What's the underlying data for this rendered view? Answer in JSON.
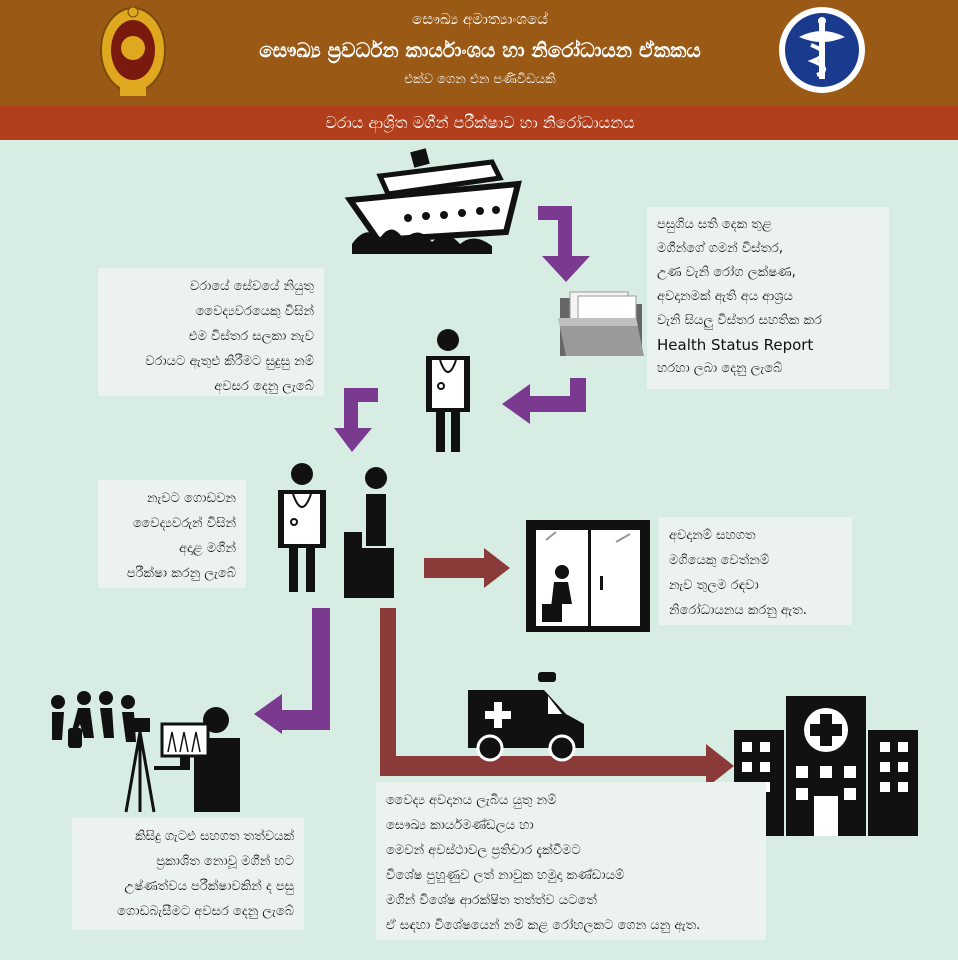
{
  "header": {
    "ministry": "සෞඛ්‍ය අමාත්‍යාංශයේ",
    "unit": "සෞඛ්‍ය ප්‍රවර්ධන කාර්යාංශය හා නිරෝධායන ඒකකය",
    "tagline": "එක්ව ගෙන එන පණිවිඩයකි"
  },
  "banner": "වරාය ආශ්‍රිත මගීන් පරීක්ෂාව හා නිරෝධායනය",
  "colors": {
    "header": "#9a5a16",
    "banner": "#b23f1c",
    "background": "#d7ede4",
    "purple_arrow": "#7a3a8f",
    "red_arrow": "#8b3a3a",
    "logo_blue": "#1a3a8e"
  },
  "icons": [
    "sri-lanka-emblem",
    "medical-caduceus-logo",
    "cruise-ship-icon",
    "document-folder-icon",
    "doctor-icon",
    "seated-passenger-icon",
    "quarantine-room-icon",
    "ambulance-icon",
    "hospital-icon",
    "thermal-screening-icon"
  ],
  "boxes": {
    "health_report": [
      "පසුගිය සති දෙක තුළ",
      "මගීන්ගේ ගමන්  විස්තර,",
      "උණ වැනි රෝග ලක්ෂණ,",
      "අවදානමක් ඇති අය ආශ්‍රය",
      "වැනි සියලු විස්තර සහතික කර",
      "Health Status Report",
      "හරහා ලබා දෙනු ලැබේ"
    ],
    "port_doctor": [
      "වරායේ සේවයේ නියුතු",
      "වෛද්‍යවරයෙකු විසින්",
      "එම විස්තර සලකා නැව",
      "වරායට ඇතුළු කිරීමට සුදුසු නම්",
      "අවසර දෙනු ලැබේ"
    ],
    "ship_doctors": [
      "නැවට ගොඩවන",
      "වෛද්‍යවරුන් විසින්",
      "අදාළ මගීන්",
      "පරීක්ෂා කරනු ලැබේ"
    ],
    "onboard_quarantine": [
      "අවදානම් සහගත",
      "මගියෙකු වෙත්නම්",
      "නැව තුලම රඳවා",
      "නිරෝධායනය කරනු ඇත."
    ],
    "thermal_screening": [
      "කිසිදු ගැටළු සහගත තත්වයක්",
      "ප්‍රකාශිත නොවූ මගීන් හට",
      "උෂ්ණත්වය පරීක්ෂාවකින් ද පසු",
      "ගොඩබැසීමට  අවසර දෙනු ලැබේ"
    ],
    "hospital_transfer": [
      "වෛද්‍ය අවදානය ලැබිය යුතු නම්",
      "සෞඛ්‍ය කාර්යමණ්ඩලය හා",
      "මෙවන් අවස්ථාවල ප්‍රතිචාර දැක්වීමට",
      "විශේෂ පුහුණුව ලත් නාවුක හමුදා කණ්ඩායම්",
      "මගින් විශේෂ ආරක්ෂිත තත්ත්ව යටතේ",
      "ඒ සඳහා විශේෂයෙන් නම් කළ රෝහලකට ගෙන යනු ඇත."
    ]
  }
}
